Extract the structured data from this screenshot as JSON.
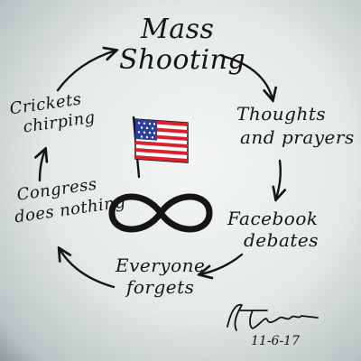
{
  "cycle": {
    "mass_shooting": [
      "Mass",
      "Shooting"
    ],
    "thoughts": [
      "Thoughts",
      "and prayers"
    ],
    "facebook": [
      "Facebook",
      "debates"
    ],
    "forgets": [
      "Everyone",
      "forgets"
    ],
    "congress": [
      "Congress",
      "does nothing"
    ],
    "crickets": [
      "Crickets",
      "chirping"
    ]
  },
  "date": "11-6-17",
  "icons": [
    "american-flag",
    "infinity-symbol",
    "signature"
  ],
  "colors": {
    "ink": "#151515",
    "flag_red": "#d8232a",
    "flag_blue": "#2a3f9a",
    "board": "#eef1f1"
  }
}
